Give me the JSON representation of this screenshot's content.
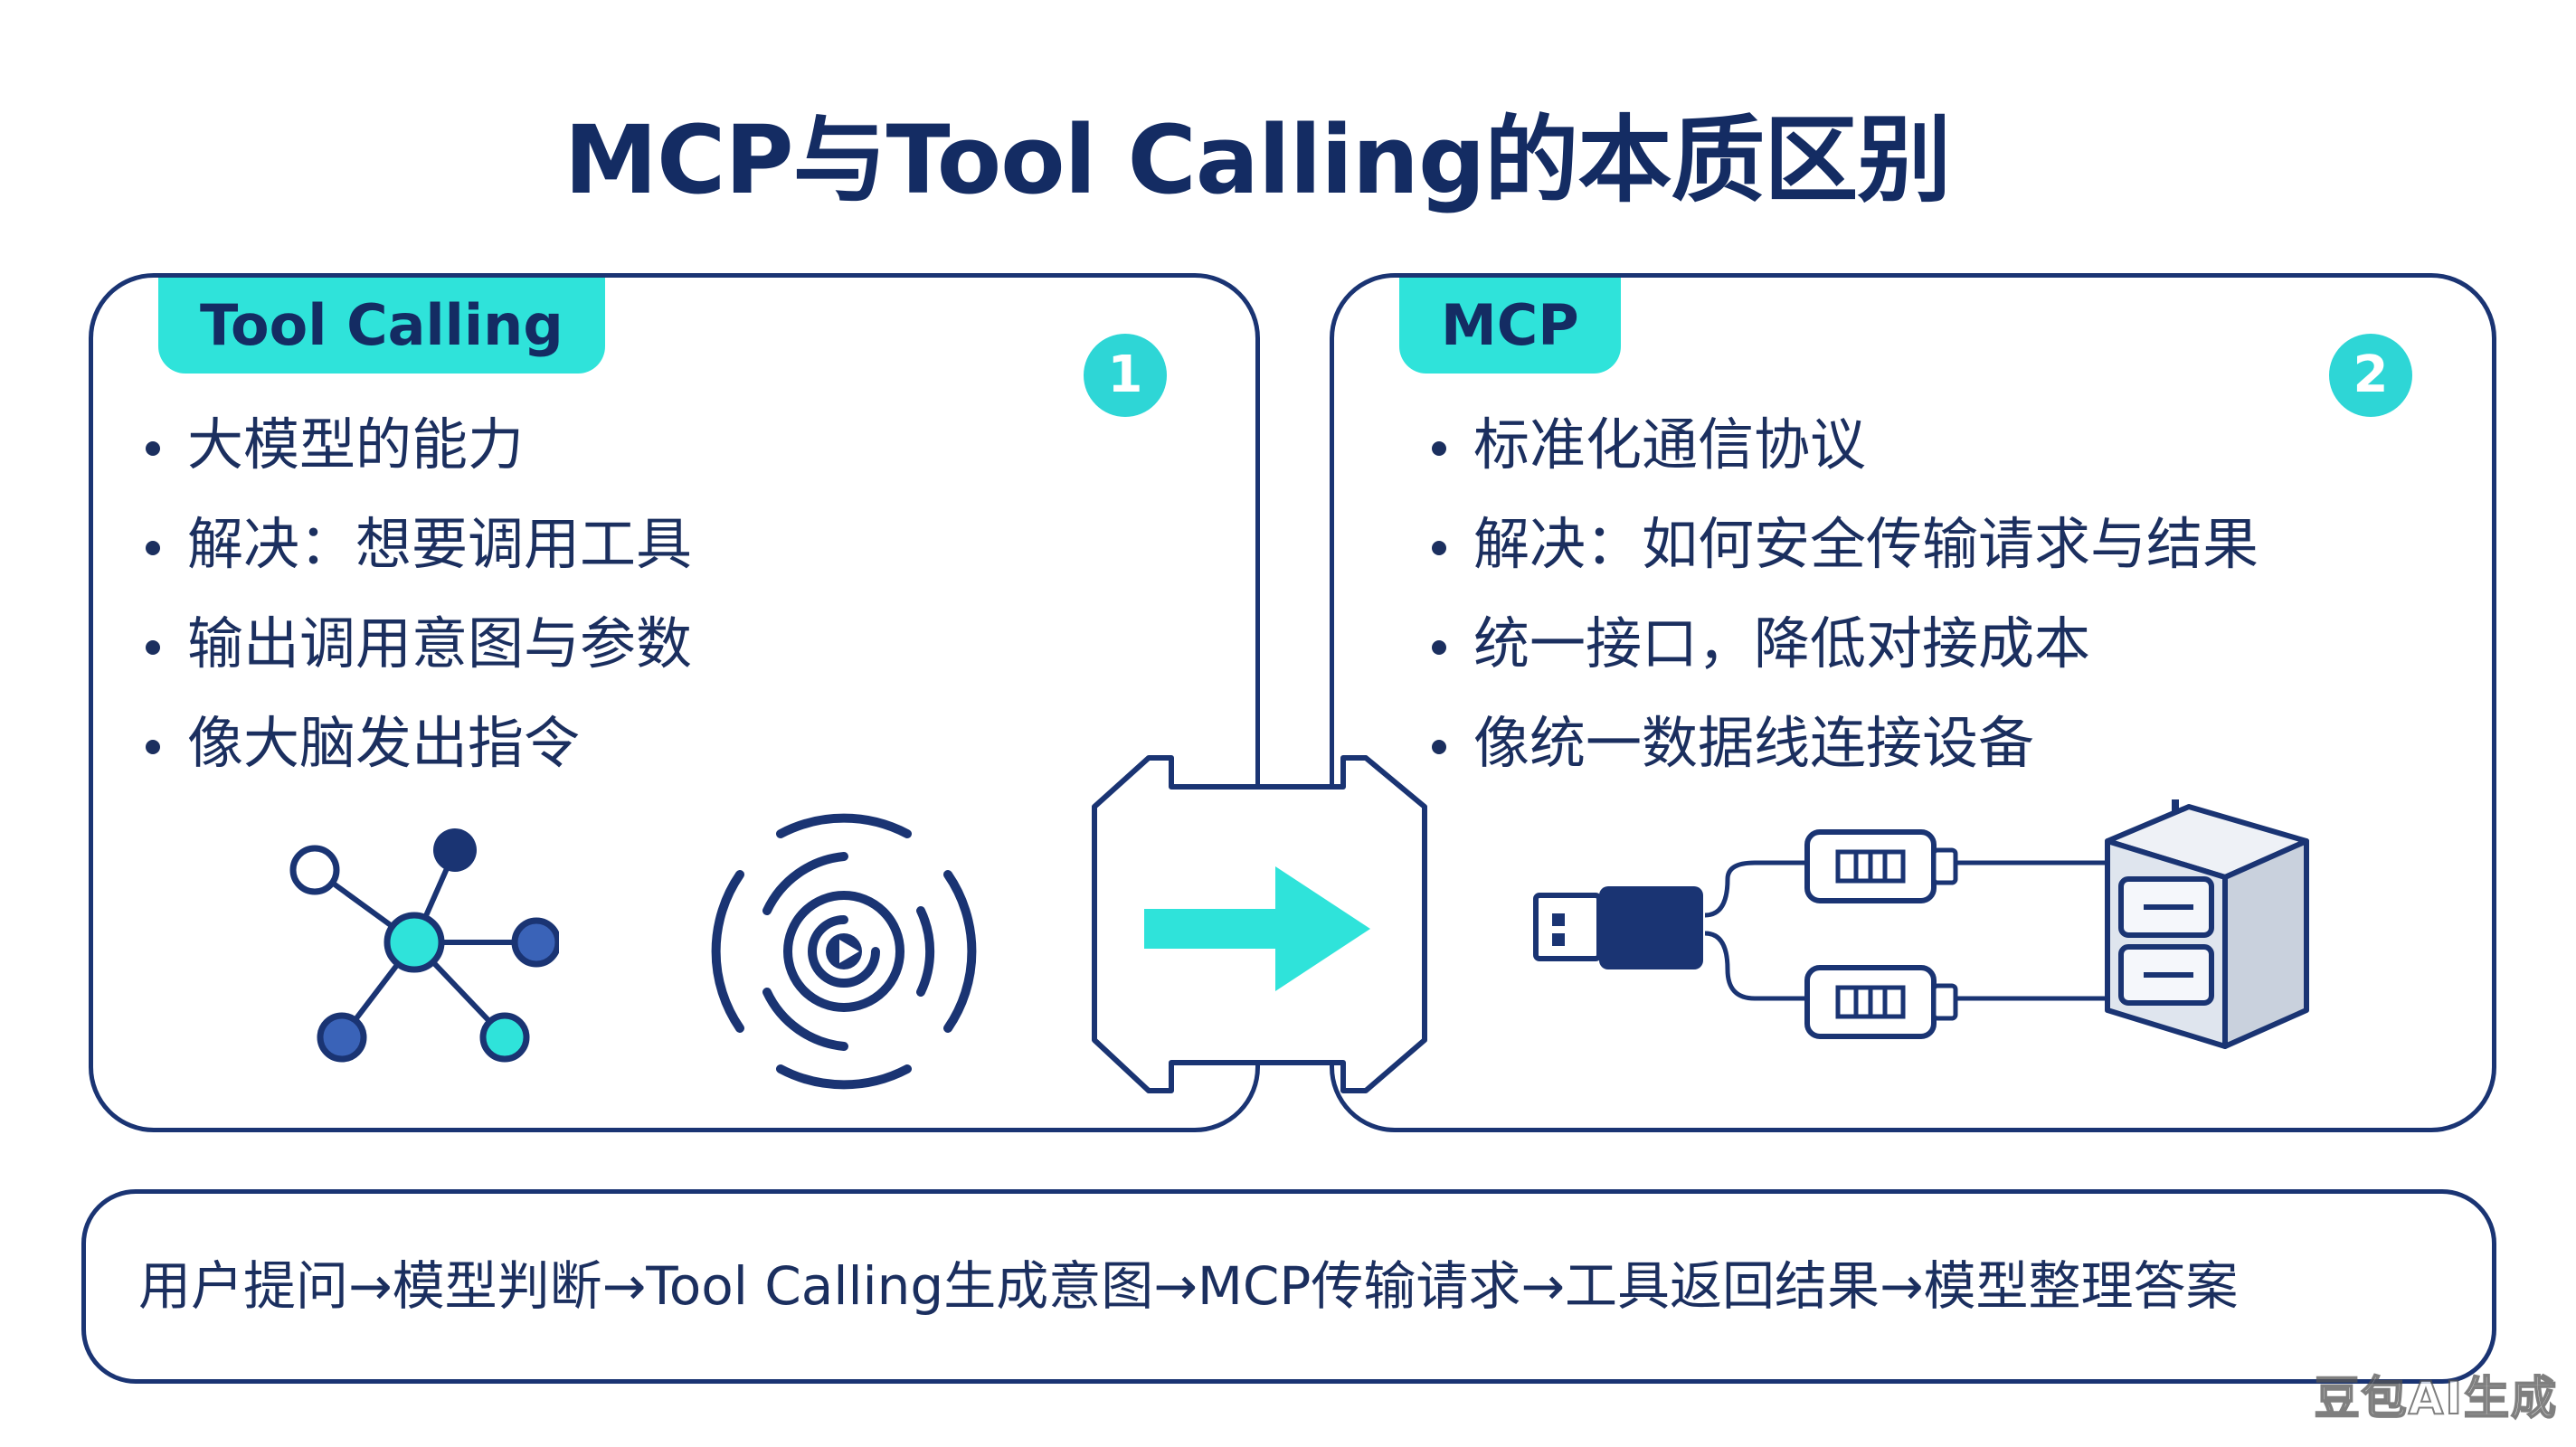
{
  "title": "MCP与Tool Calling的本质区别",
  "left_panel": {
    "tag": "Tool Calling",
    "badge": "1",
    "points": [
      "大模型的能力",
      "解决：想要调用工具",
      "输出调用意图与参数",
      "像大脑发出指令"
    ],
    "icons": [
      "network-nodes-icon",
      "concentric-rings-icon"
    ]
  },
  "right_panel": {
    "tag": "MCP",
    "badge": "2",
    "points": [
      "标准化通信协议",
      "解决：如何安全传输请求与结果",
      "统一接口，降低对接成本",
      "像统一数据线连接设备"
    ],
    "icons": [
      "usb-plug-icon",
      "connector-icon",
      "server-box-icon"
    ]
  },
  "flow": "用户提问→模型判断→Tool Calling生成意图→MCP传输请求→工具返回结果→模型整理答案",
  "watermark": "豆包AI生成",
  "colors": {
    "navy": "#1a3473",
    "accent_teal": "#2fe3da",
    "badge_teal": "#2ed6d6",
    "node_blue": "#3a63b8"
  }
}
